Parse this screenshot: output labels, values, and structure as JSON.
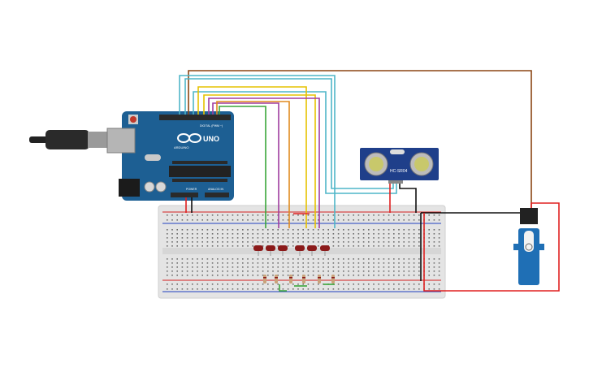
{
  "arduino": {
    "brand": "ARDUINO",
    "model": "UNO",
    "digital_label": "DIGITAL (PWM ~)",
    "power_label": "POWER",
    "analog_label": "ANALOG IN",
    "board_color": "#1d5f93",
    "usb_color": "#9a9a9a"
  },
  "sensor": {
    "model": "HC-SR04",
    "board_color": "#1f3f8a"
  },
  "servo": {
    "body_color": "#1f6fb5",
    "horn_color": "#f2f2f2"
  },
  "breadboard": {
    "color": "#e4e4e4",
    "rail_red": "#d42020",
    "rail_blue": "#2040c0"
  },
  "leds": {
    "count": 6,
    "color": "#8b1a1a"
  },
  "resistors": {
    "count": 6,
    "color": "#c9a27a"
  },
  "wires": {
    "brown": "#8b4513",
    "cyan": "#4fb6c8",
    "yellow": "#e6c200",
    "purple": "#a03da0",
    "orange": "#e08a1e",
    "green": "#3aa63a",
    "red": "#e02020",
    "black": "#111111"
  }
}
